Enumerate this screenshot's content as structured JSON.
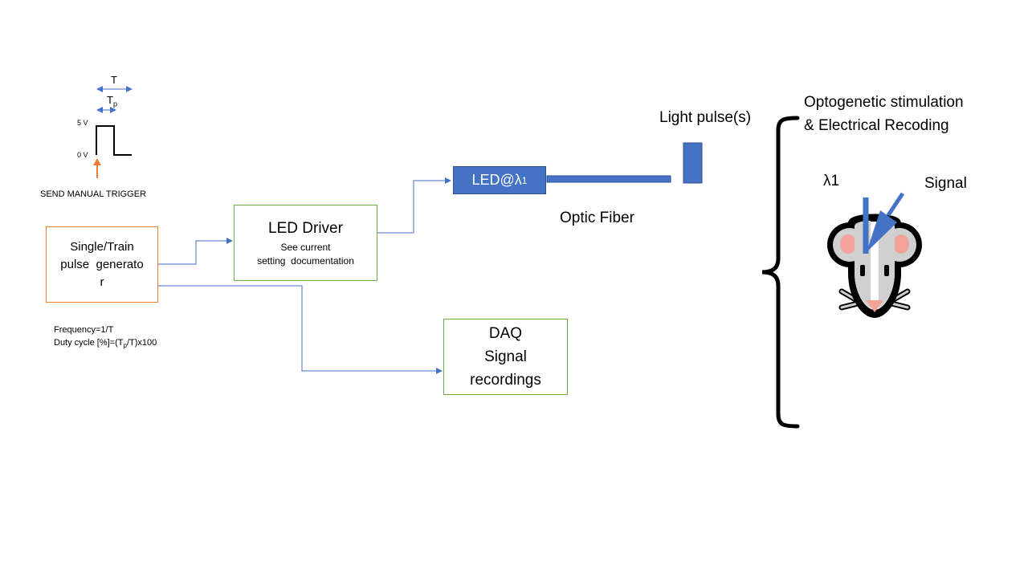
{
  "colors": {
    "accent_blue": "#4472c4",
    "box_green": "#70ad47",
    "box_orange": "#ed7d31",
    "mouse_grey": "#d0d0d0",
    "mouse_pink": "#f2a49a"
  },
  "pulse_diagram": {
    "period_label": "T",
    "pulse_width_label": "T",
    "pulse_width_sub": "p",
    "high_label": "5 V",
    "low_label": "0 V",
    "trigger_label": "SEND MANUAL TRIGGER"
  },
  "generator": {
    "line1": "Single/Train",
    "line2": "pulse  generato",
    "line3": "r",
    "freq_formula": "Frequency=1/T",
    "duty_prefix": "Duty cycle [%]=(T",
    "duty_sub": "p",
    "duty_suffix": "/T)x100"
  },
  "led_driver": {
    "title": "LED Driver",
    "line1": "See current",
    "line2": "setting  documentation"
  },
  "daq": {
    "line1": "DAQ",
    "line2": "Signal",
    "line3": "recordings"
  },
  "led": {
    "prefix": "LED@λ",
    "sub": "1"
  },
  "fiber_label": "Optic Fiber",
  "light_pulse_label": "Light pulse(s)",
  "experiment": {
    "title_line1": "Optogenetic stimulation",
    "title_line2": "& Electrical Recoding",
    "lambda_label": "λ1",
    "signal_label": "Signal"
  }
}
